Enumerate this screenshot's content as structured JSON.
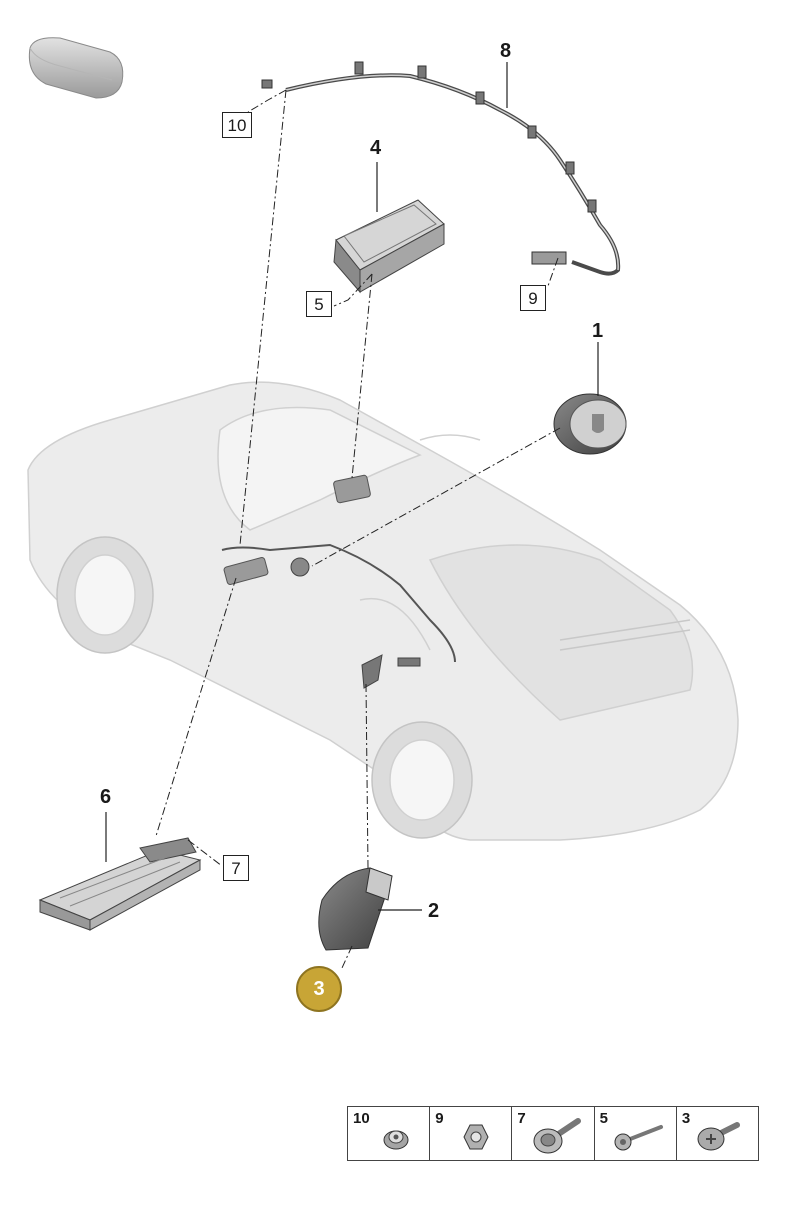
{
  "callouts": {
    "p1": "1",
    "p2": "2",
    "p3": "3",
    "p4": "4",
    "p5": "5",
    "p6": "6",
    "p7": "7",
    "p8": "8",
    "p9": "9",
    "p10": "10"
  },
  "fastener_table": [
    "10",
    "9",
    "7",
    "5",
    "3"
  ],
  "colors": {
    "highlight_badge": "#c8a536",
    "line": "#222222",
    "car_body": "#e6e6e6"
  }
}
